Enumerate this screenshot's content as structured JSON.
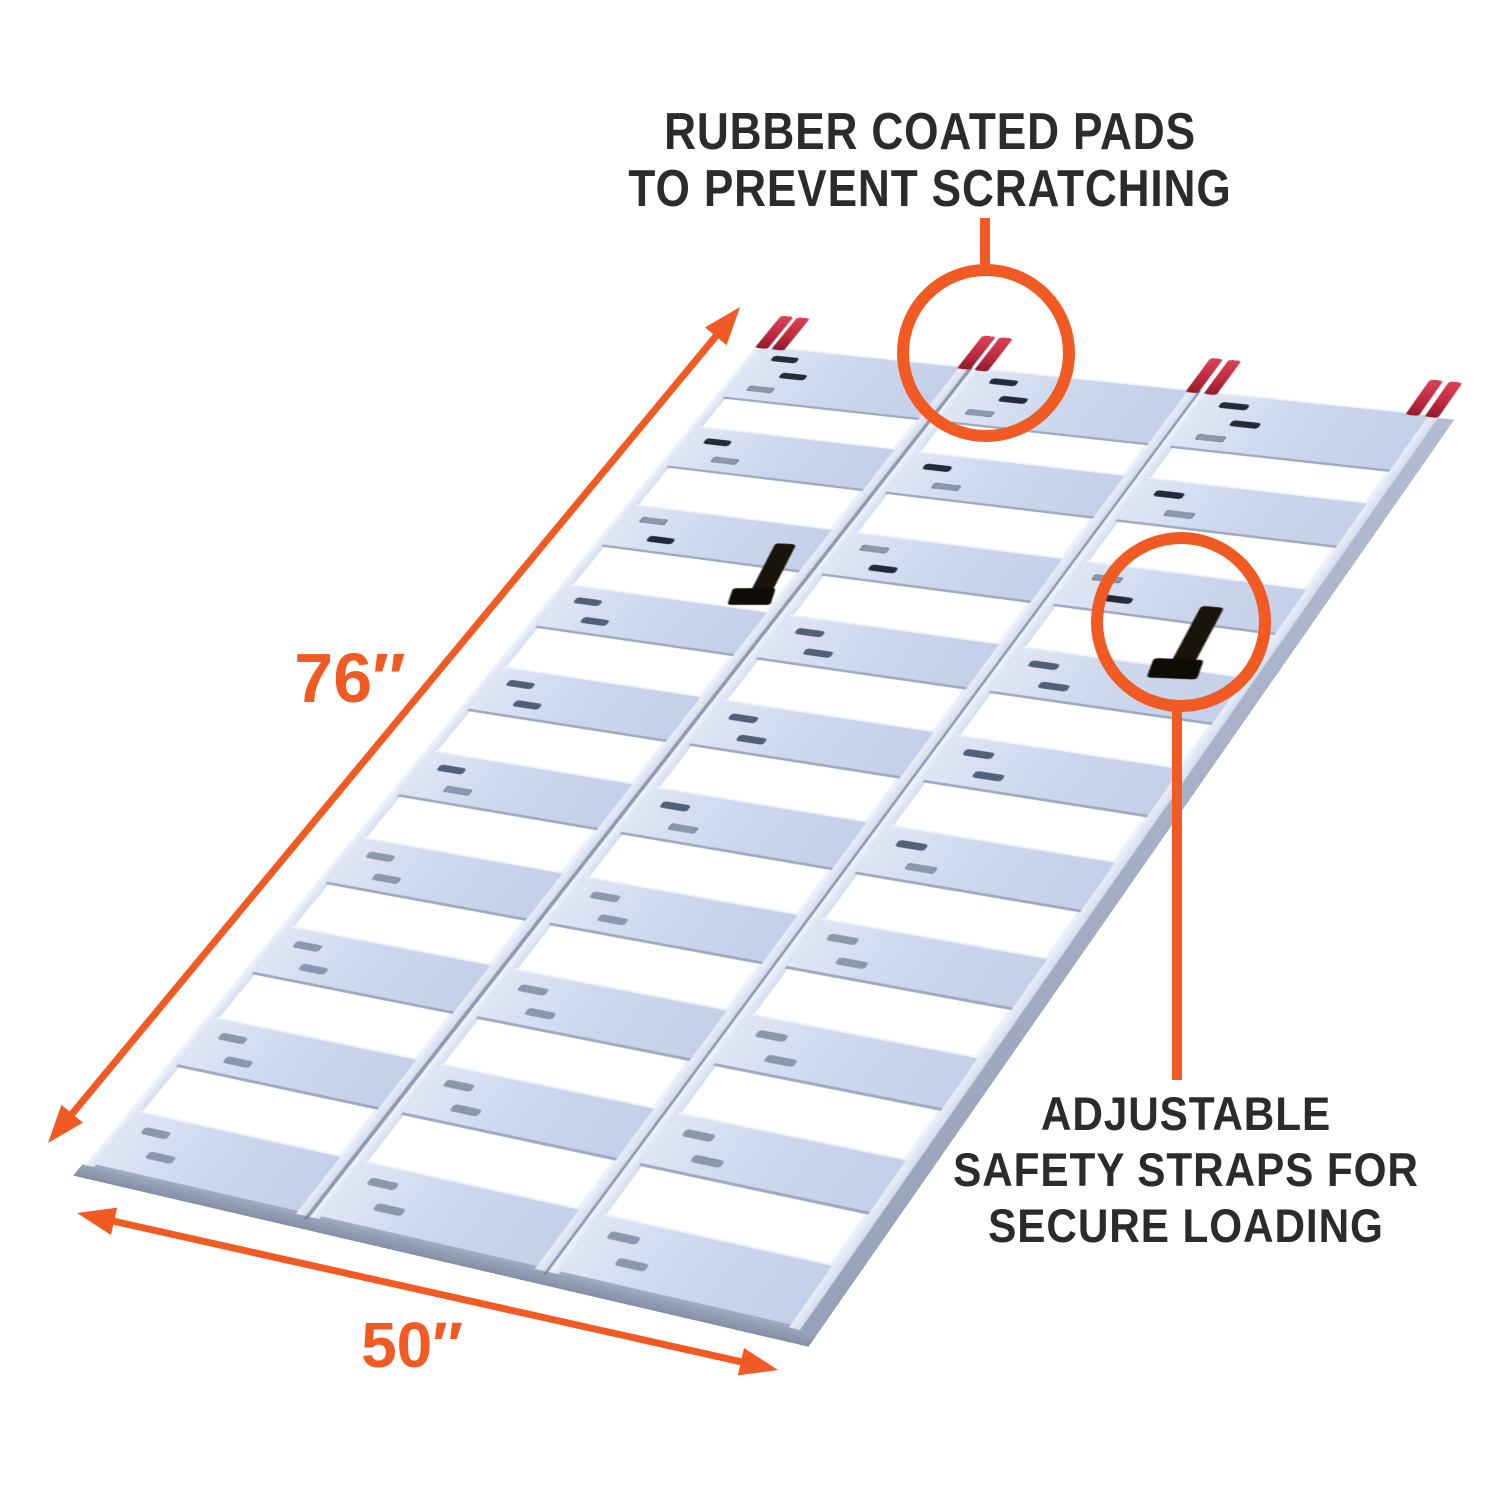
{
  "callout_pads": {
    "line1": "RUBBER COATED PADS",
    "line2": "TO PREVENT SCRATCHING"
  },
  "callout_straps": {
    "line1": "ADJUSTABLE",
    "line2": "SAFETY STRAPS FOR",
    "line3": "SECURE LOADING"
  },
  "dimensions": {
    "length_label": "76″",
    "width_label": "50″"
  },
  "colors": {
    "accent_orange": "#F15A22",
    "callout_text": "#2B2B2B",
    "pad_red": "#C02B40",
    "deck_aluminum": "#CDD8EE",
    "slot_dark": "#232A39",
    "slot_mid": "#535F78",
    "slot_light": "#8C97AE",
    "background": "#FFFFFF"
  }
}
